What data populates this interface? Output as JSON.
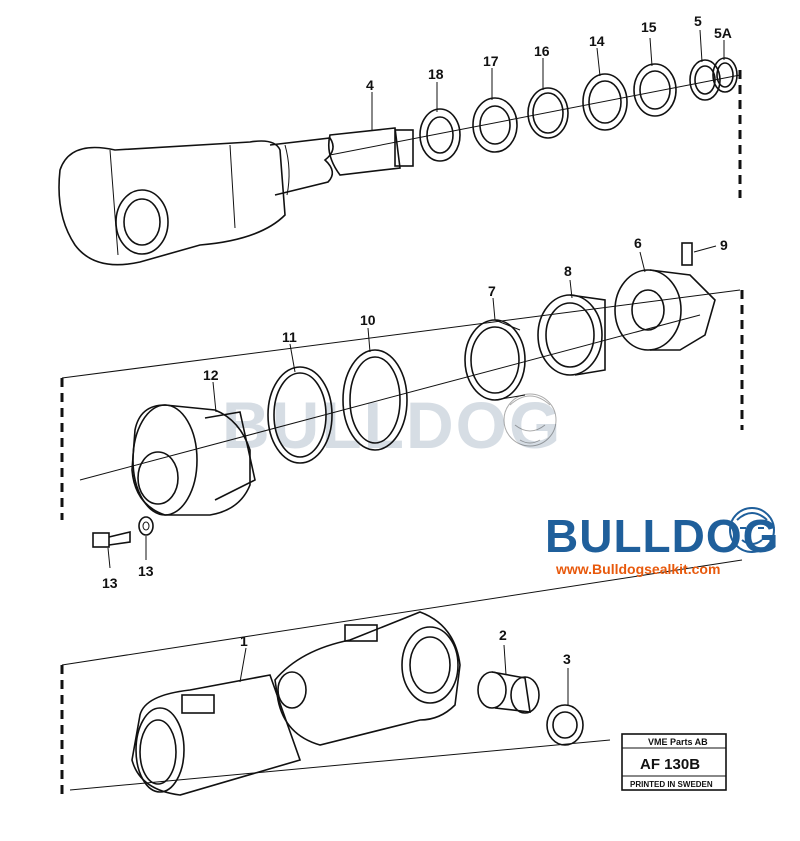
{
  "callouts": [
    "1",
    "2",
    "3",
    "4",
    "5",
    "5A",
    "6",
    "7",
    "8",
    "9",
    "10",
    "11",
    "12",
    "13",
    "13",
    "14",
    "15",
    "16",
    "17",
    "18"
  ],
  "watermark": {
    "text": "BULLDOG"
  },
  "brand": {
    "name": "BULLDOG",
    "url": "www.Bulldogsealkit.com",
    "color": "#1f5f9b",
    "url_color": "#e8590c"
  },
  "stamp": {
    "company": "VME Parts AB",
    "code": "AF 130B",
    "printed": "PRINTED IN SWEDEN"
  }
}
